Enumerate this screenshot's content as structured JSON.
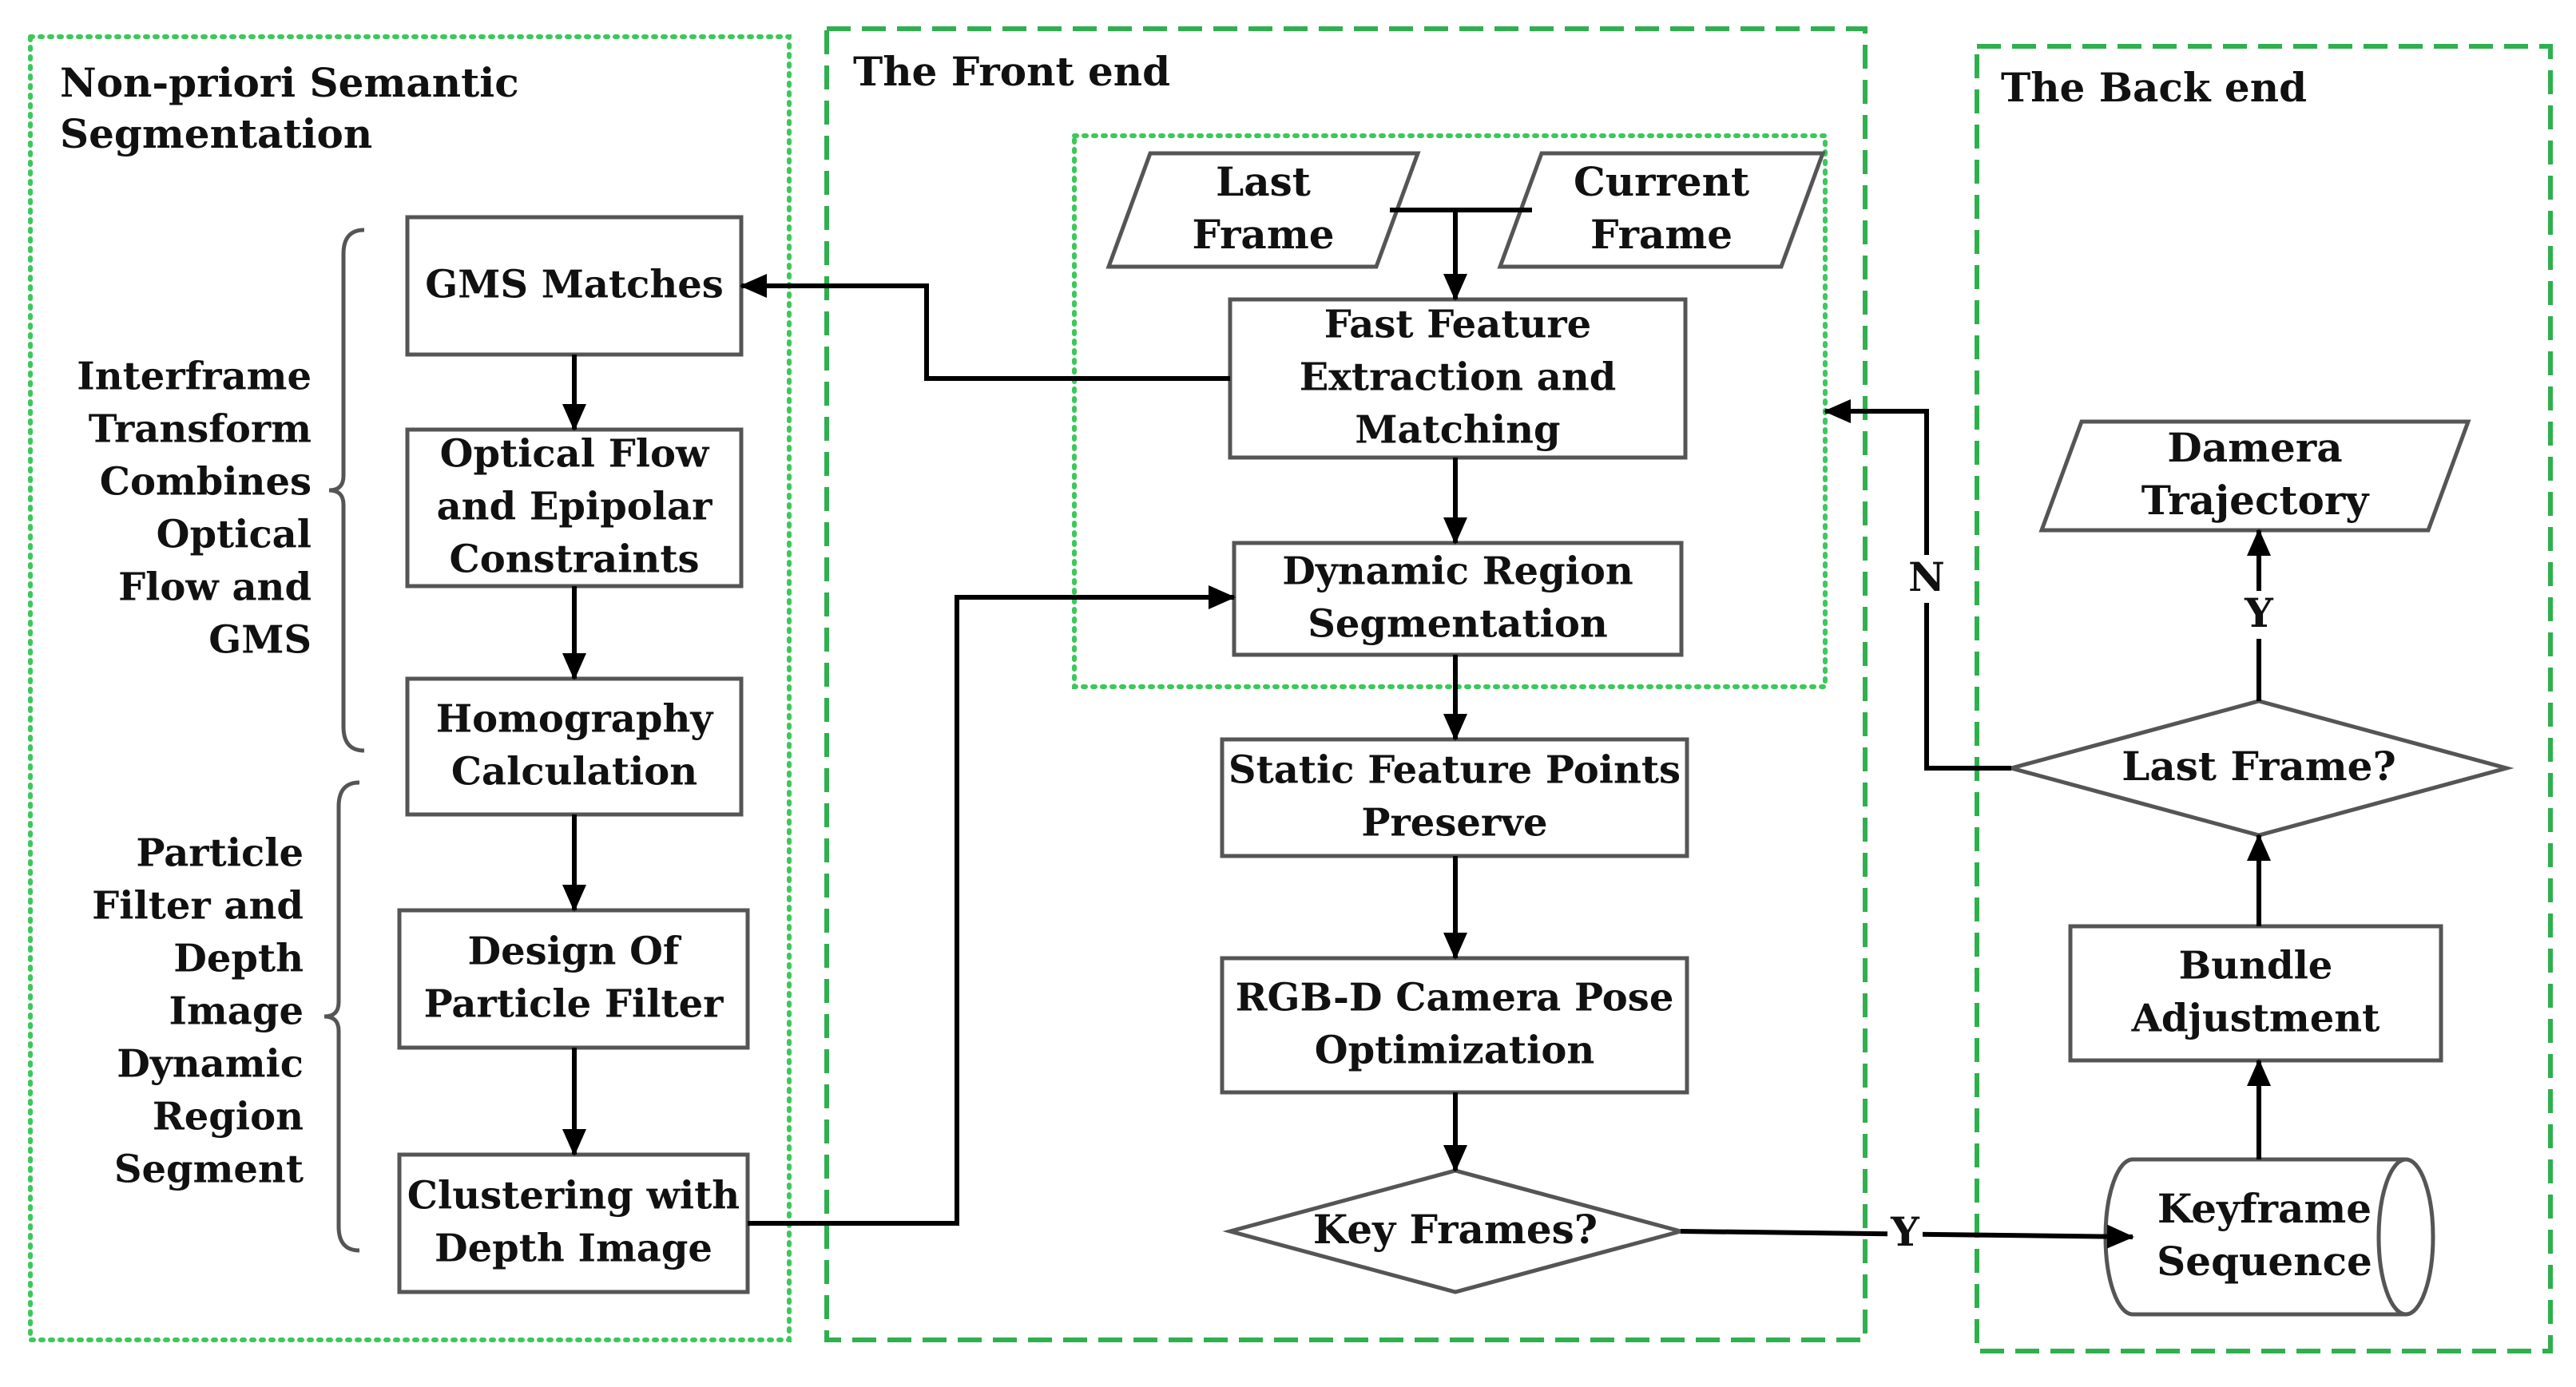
{
  "colors": {
    "panel_border": "#3cc85a",
    "frontend_border": "#2fb04e",
    "box_stroke": "#555555",
    "arrow": "#000000",
    "text": "#111111"
  },
  "panels": {
    "segmentation": {
      "title_line1": "Non-priori Semantic",
      "title_line2": "Segmentation"
    },
    "front_end": {
      "title": "The Front end"
    },
    "back_end": {
      "title": "The Back end"
    }
  },
  "brace_labels": {
    "interframe": [
      "Interframe",
      "Transform",
      "Combines",
      "Optical",
      "Flow and",
      "GMS"
    ],
    "particle": [
      "Particle",
      "Filter and",
      "Depth",
      "Image",
      "Dynamic",
      "Region",
      "Segment"
    ]
  },
  "nodes": {
    "gms_matches": [
      "GMS Matches"
    ],
    "optical_flow": [
      "Optical Flow",
      "and Epipolar",
      "Constraints"
    ],
    "homography": [
      "Homography",
      "Calculation"
    ],
    "particle_filter": [
      "Design Of",
      "Particle Filter"
    ],
    "clustering": [
      "Clustering with",
      "Depth Image"
    ],
    "last_frame": [
      "Last",
      "Frame"
    ],
    "current_frame": [
      "Current",
      "Frame"
    ],
    "fast_feature": [
      "Fast Feature",
      "Extraction and",
      "Matching"
    ],
    "dynamic_region": [
      "Dynamic Region",
      "Segmentation"
    ],
    "static_points": [
      "Static  Feature Points",
      "Preserve"
    ],
    "pose_opt": [
      "RGB-D Camera Pose",
      "Optimization"
    ],
    "key_frames": [
      "Key Frames?"
    ],
    "keyframe_seq": [
      "Keyframe",
      "Sequence"
    ],
    "bundle_adj": [
      "Bundle",
      "Adjustment"
    ],
    "last_frame_q": [
      "Last Frame?"
    ],
    "trajectory": [
      "Damera",
      "Trajectory"
    ]
  },
  "edge_labels": {
    "keyframes_yes": "Y",
    "lastframe_no": "N",
    "lastframe_yes": "Y"
  }
}
